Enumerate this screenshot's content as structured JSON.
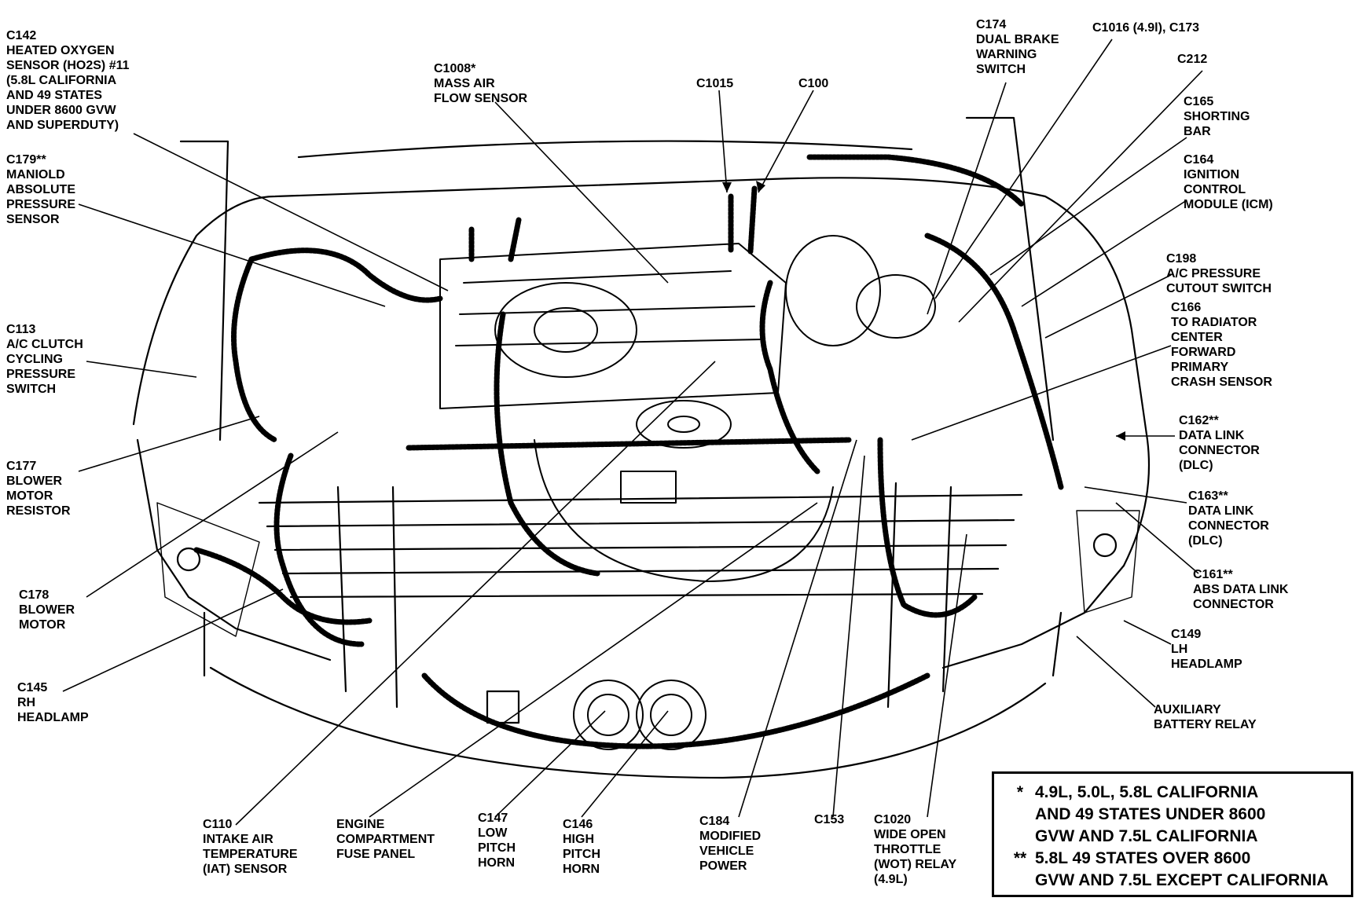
{
  "callouts": [
    {
      "id": "c142",
      "lines": [
        "C142",
        "HEATED OXYGEN",
        "SENSOR (HO2S) #11",
        "(5.8L CALIFORNIA",
        "AND 49 STATES",
        "UNDER 8600 GVW",
        "AND SUPERDUTY)"
      ]
    },
    {
      "id": "c179",
      "lines": [
        "C179**",
        "MANIOLD",
        "ABSOLUTE",
        "PRESSURE",
        "SENSOR"
      ]
    },
    {
      "id": "c113",
      "lines": [
        "C113",
        "A/C CLUTCH",
        "CYCLING",
        "PRESSURE",
        "SWITCH"
      ]
    },
    {
      "id": "c177",
      "lines": [
        "C177",
        "BLOWER",
        "MOTOR",
        "RESISTOR"
      ]
    },
    {
      "id": "c178",
      "lines": [
        "C178",
        "BLOWER",
        "MOTOR"
      ]
    },
    {
      "id": "c145",
      "lines": [
        "C145",
        "RH",
        "HEADLAMP"
      ]
    },
    {
      "id": "c1008",
      "lines": [
        "C1008*",
        "MASS AIR",
        "FLOW SENSOR"
      ]
    },
    {
      "id": "c1015",
      "lines": [
        "C1015"
      ]
    },
    {
      "id": "c100",
      "lines": [
        "C100"
      ]
    },
    {
      "id": "c174",
      "lines": [
        "C174",
        "DUAL BRAKE",
        "WARNING",
        "SWITCH"
      ]
    },
    {
      "id": "c1016",
      "lines": [
        "C1016 (4.9l), C173"
      ]
    },
    {
      "id": "c212",
      "lines": [
        "C212"
      ]
    },
    {
      "id": "c165",
      "lines": [
        "C165",
        "SHORTING",
        "BAR"
      ]
    },
    {
      "id": "c164",
      "lines": [
        "C164",
        "IGNITION",
        "CONTROL",
        "MODULE (ICM)"
      ]
    },
    {
      "id": "c198",
      "lines": [
        "C198",
        "A/C PRESSURE",
        "CUTOUT SWITCH"
      ]
    },
    {
      "id": "c166",
      "lines": [
        "C166",
        "TO RADIATOR",
        "CENTER",
        "FORWARD",
        "PRIMARY",
        "CRASH SENSOR"
      ]
    },
    {
      "id": "c162",
      "lines": [
        "C162**",
        "DATA LINK",
        "CONNECTOR",
        "(DLC)"
      ]
    },
    {
      "id": "c163",
      "lines": [
        "C163**",
        "DATA LINK",
        "CONNECTOR",
        "(DLC)"
      ]
    },
    {
      "id": "c161",
      "lines": [
        "C161**",
        "ABS DATA LINK",
        "CONNECTOR"
      ]
    },
    {
      "id": "c149",
      "lines": [
        "C149",
        "LH",
        "HEADLAMP"
      ]
    },
    {
      "id": "aux",
      "lines": [
        "AUXILIARY",
        "BATTERY RELAY"
      ]
    },
    {
      "id": "c110",
      "lines": [
        "C110",
        "INTAKE AIR",
        "TEMPERATURE",
        "(IAT) SENSOR"
      ]
    },
    {
      "id": "fuse",
      "lines": [
        "ENGINE",
        "COMPARTMENT",
        "FUSE PANEL"
      ]
    },
    {
      "id": "c147",
      "lines": [
        "C147",
        "LOW",
        "PITCH",
        "HORN"
      ]
    },
    {
      "id": "c146",
      "lines": [
        "C146",
        "HIGH",
        "PITCH",
        "HORN"
      ]
    },
    {
      "id": "c184",
      "lines": [
        "C184",
        "MODIFIED",
        "VEHICLE",
        "POWER"
      ]
    },
    {
      "id": "c153",
      "lines": [
        "C153"
      ]
    },
    {
      "id": "c1020",
      "lines": [
        "C1020",
        "WIDE OPEN",
        "THROTTLE",
        "(WOT) RELAY",
        "(4.9L)"
      ]
    }
  ],
  "legend": {
    "entries": [
      {
        "marker": "*",
        "lines": [
          "4.9L, 5.0L, 5.8L CALIFORNIA",
          "AND 49 STATES UNDER 8600",
          "GVW AND 7.5L CALIFORNIA"
        ]
      },
      {
        "marker": "**",
        "lines": [
          "5.8L 49 STATES OVER 8600",
          "GVW AND 7.5L EXCEPT CALIFORNIA"
        ]
      }
    ]
  }
}
